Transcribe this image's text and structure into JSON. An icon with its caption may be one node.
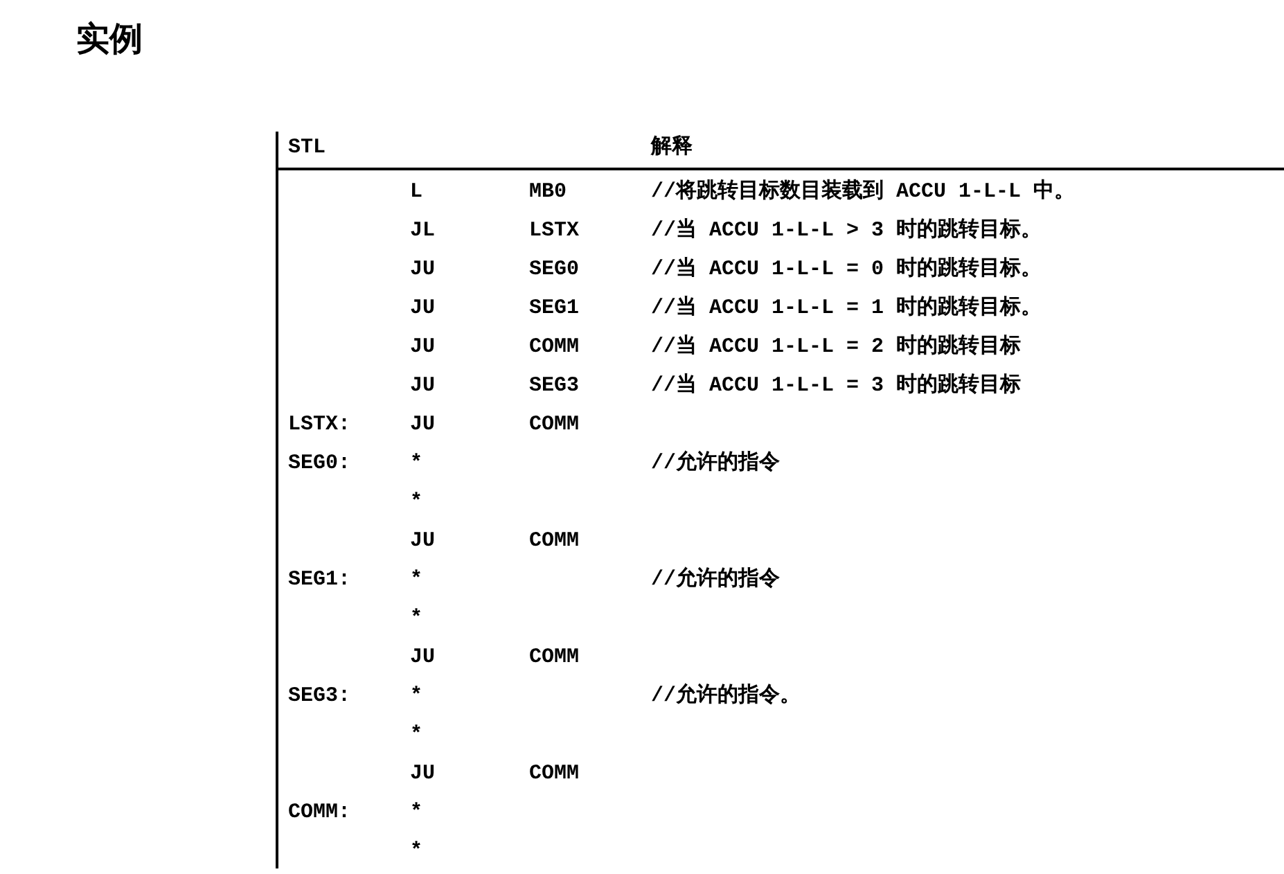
{
  "diagram": {
    "title": "实例",
    "labels": [
      "STL",
      "解释",
      "L",
      "MB0",
      "//将跳转目标数目装载到 ACCU 1-L-L 中。",
      "JL",
      "LSTX",
      "//当 ACCU 1-L-L > 3 时的跳转目标。",
      "JU",
      "SEG0",
      "//当 ACCU 1-L-L = 0 时的跳转目标。",
      "JU",
      "SEG1",
      "//当 ACCU 1-L-L = 1 时的跳转目标。",
      "JU",
      "COMM",
      "//当 ACCU 1-L-L = 2 时的跳转目标",
      "JU",
      "SEG3",
      "//当 ACCU 1-L-L = 3 时的跳转目标",
      "LSTX:",
      "JU",
      "COMM",
      "SEG0:",
      "*",
      "//允许的指令",
      "*",
      "JU",
      "COMM",
      "SEG1:",
      "*",
      "//允许的指令",
      "*",
      "JU",
      "COMM",
      "SEG3:",
      "*",
      "//允许的指令。",
      "*",
      "JU",
      "COMM",
      "COMM:",
      "*",
      "*"
    ]
  }
}
